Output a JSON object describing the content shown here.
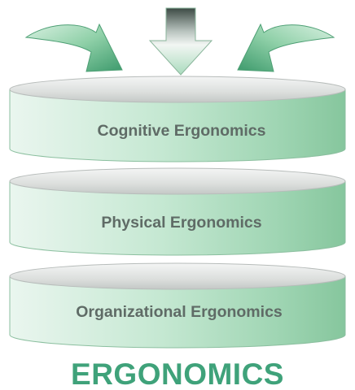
{
  "diagram": {
    "layers": [
      {
        "label": "Cognitive Ergonomics"
      },
      {
        "label": "Physical Ergonomics"
      },
      {
        "label": "Organizational Ergonomics"
      }
    ],
    "arrows": [
      {
        "icon": "curved-arrow-right-icon"
      },
      {
        "icon": "down-arrow-icon"
      },
      {
        "icon": "curved-arrow-left-icon"
      }
    ],
    "title": "ERGONOMICS"
  },
  "colors": {
    "accent": "#3fa27a",
    "disc_light": "#e9f6ee",
    "disc_mid": "#b6e0c5",
    "disc_dark": "#8dcca3",
    "label_text": "#5f6b66",
    "top_face": "#e3e5e4"
  }
}
